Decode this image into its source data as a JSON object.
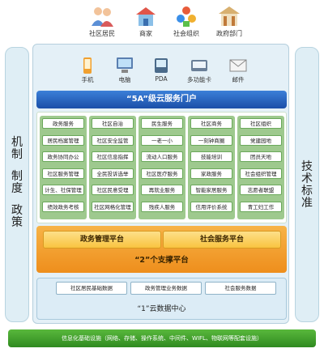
{
  "users": [
    {
      "label": "社区居民",
      "icon": "residents-icon"
    },
    {
      "label": "商家",
      "icon": "merchant-icon"
    },
    {
      "label": "社会组织",
      "icon": "social-organization-icon"
    },
    {
      "label": "政府部门",
      "icon": "government-icon"
    }
  ],
  "side_left": {
    "lines": [
      "机",
      "制",
      "",
      "制",
      "度",
      "",
      "政",
      "策"
    ]
  },
  "side_right": {
    "lines": [
      "技",
      "术",
      "标",
      "准"
    ]
  },
  "devices": [
    {
      "label": "手机",
      "icon": "phone-icon"
    },
    {
      "label": "电脑",
      "icon": "computer-icon"
    },
    {
      "label": "PDA",
      "icon": "pda-icon"
    },
    {
      "label": "多功能卡",
      "icon": "card-icon"
    },
    {
      "label": "邮件",
      "icon": "mail-icon"
    }
  ],
  "portal": {
    "title": "“5A”级云服务门户"
  },
  "service_columns": [
    {
      "items": [
        "政务服务",
        "居民档案管理",
        "政务协同办公",
        "社区服务管理",
        "计生、社保管理",
        "绩效政务考核"
      ]
    },
    {
      "items": [
        "社区自治",
        "社区安全监管",
        "社区信息指挥",
        "全民投诉选举",
        "社区民意受理",
        "社区网格化管理"
      ]
    },
    {
      "items": [
        "民生服务",
        "一老一小",
        "流动人口服务",
        "社区医疗服务",
        "再就业服务",
        "残疾人服务"
      ]
    },
    {
      "items": [
        "社区商务",
        "一刻钟商圈",
        "技能培训",
        "家政服务",
        "智能家居服务",
        "信用评价系统"
      ]
    },
    {
      "items": [
        "社区组织",
        "党建园地",
        "团员天地",
        "社会组织管理",
        "志愿者联盟",
        "青工妇工作"
      ]
    }
  ],
  "support": {
    "platforms": [
      "政务管理平台",
      "社会服务平台"
    ],
    "title": "“2”个支撑平台"
  },
  "data_center": {
    "databases": [
      "社区居民基础数据",
      "政务管理业务数据",
      "社会服务数据"
    ],
    "title": "“1”云数据中心"
  },
  "infrastructure": {
    "label": "信息化基础设施（网络、存储、操作系统、中间件、WIFL、物联网等配套设施）"
  },
  "colors": {
    "portal_blue": "#1f57b3",
    "service_green": "#9ec98e",
    "support_orange": "#f0921f",
    "platform_yellow": "#fbd460",
    "infra_green": "#3a9a28",
    "panel_blue": "#e4f0f7"
  }
}
